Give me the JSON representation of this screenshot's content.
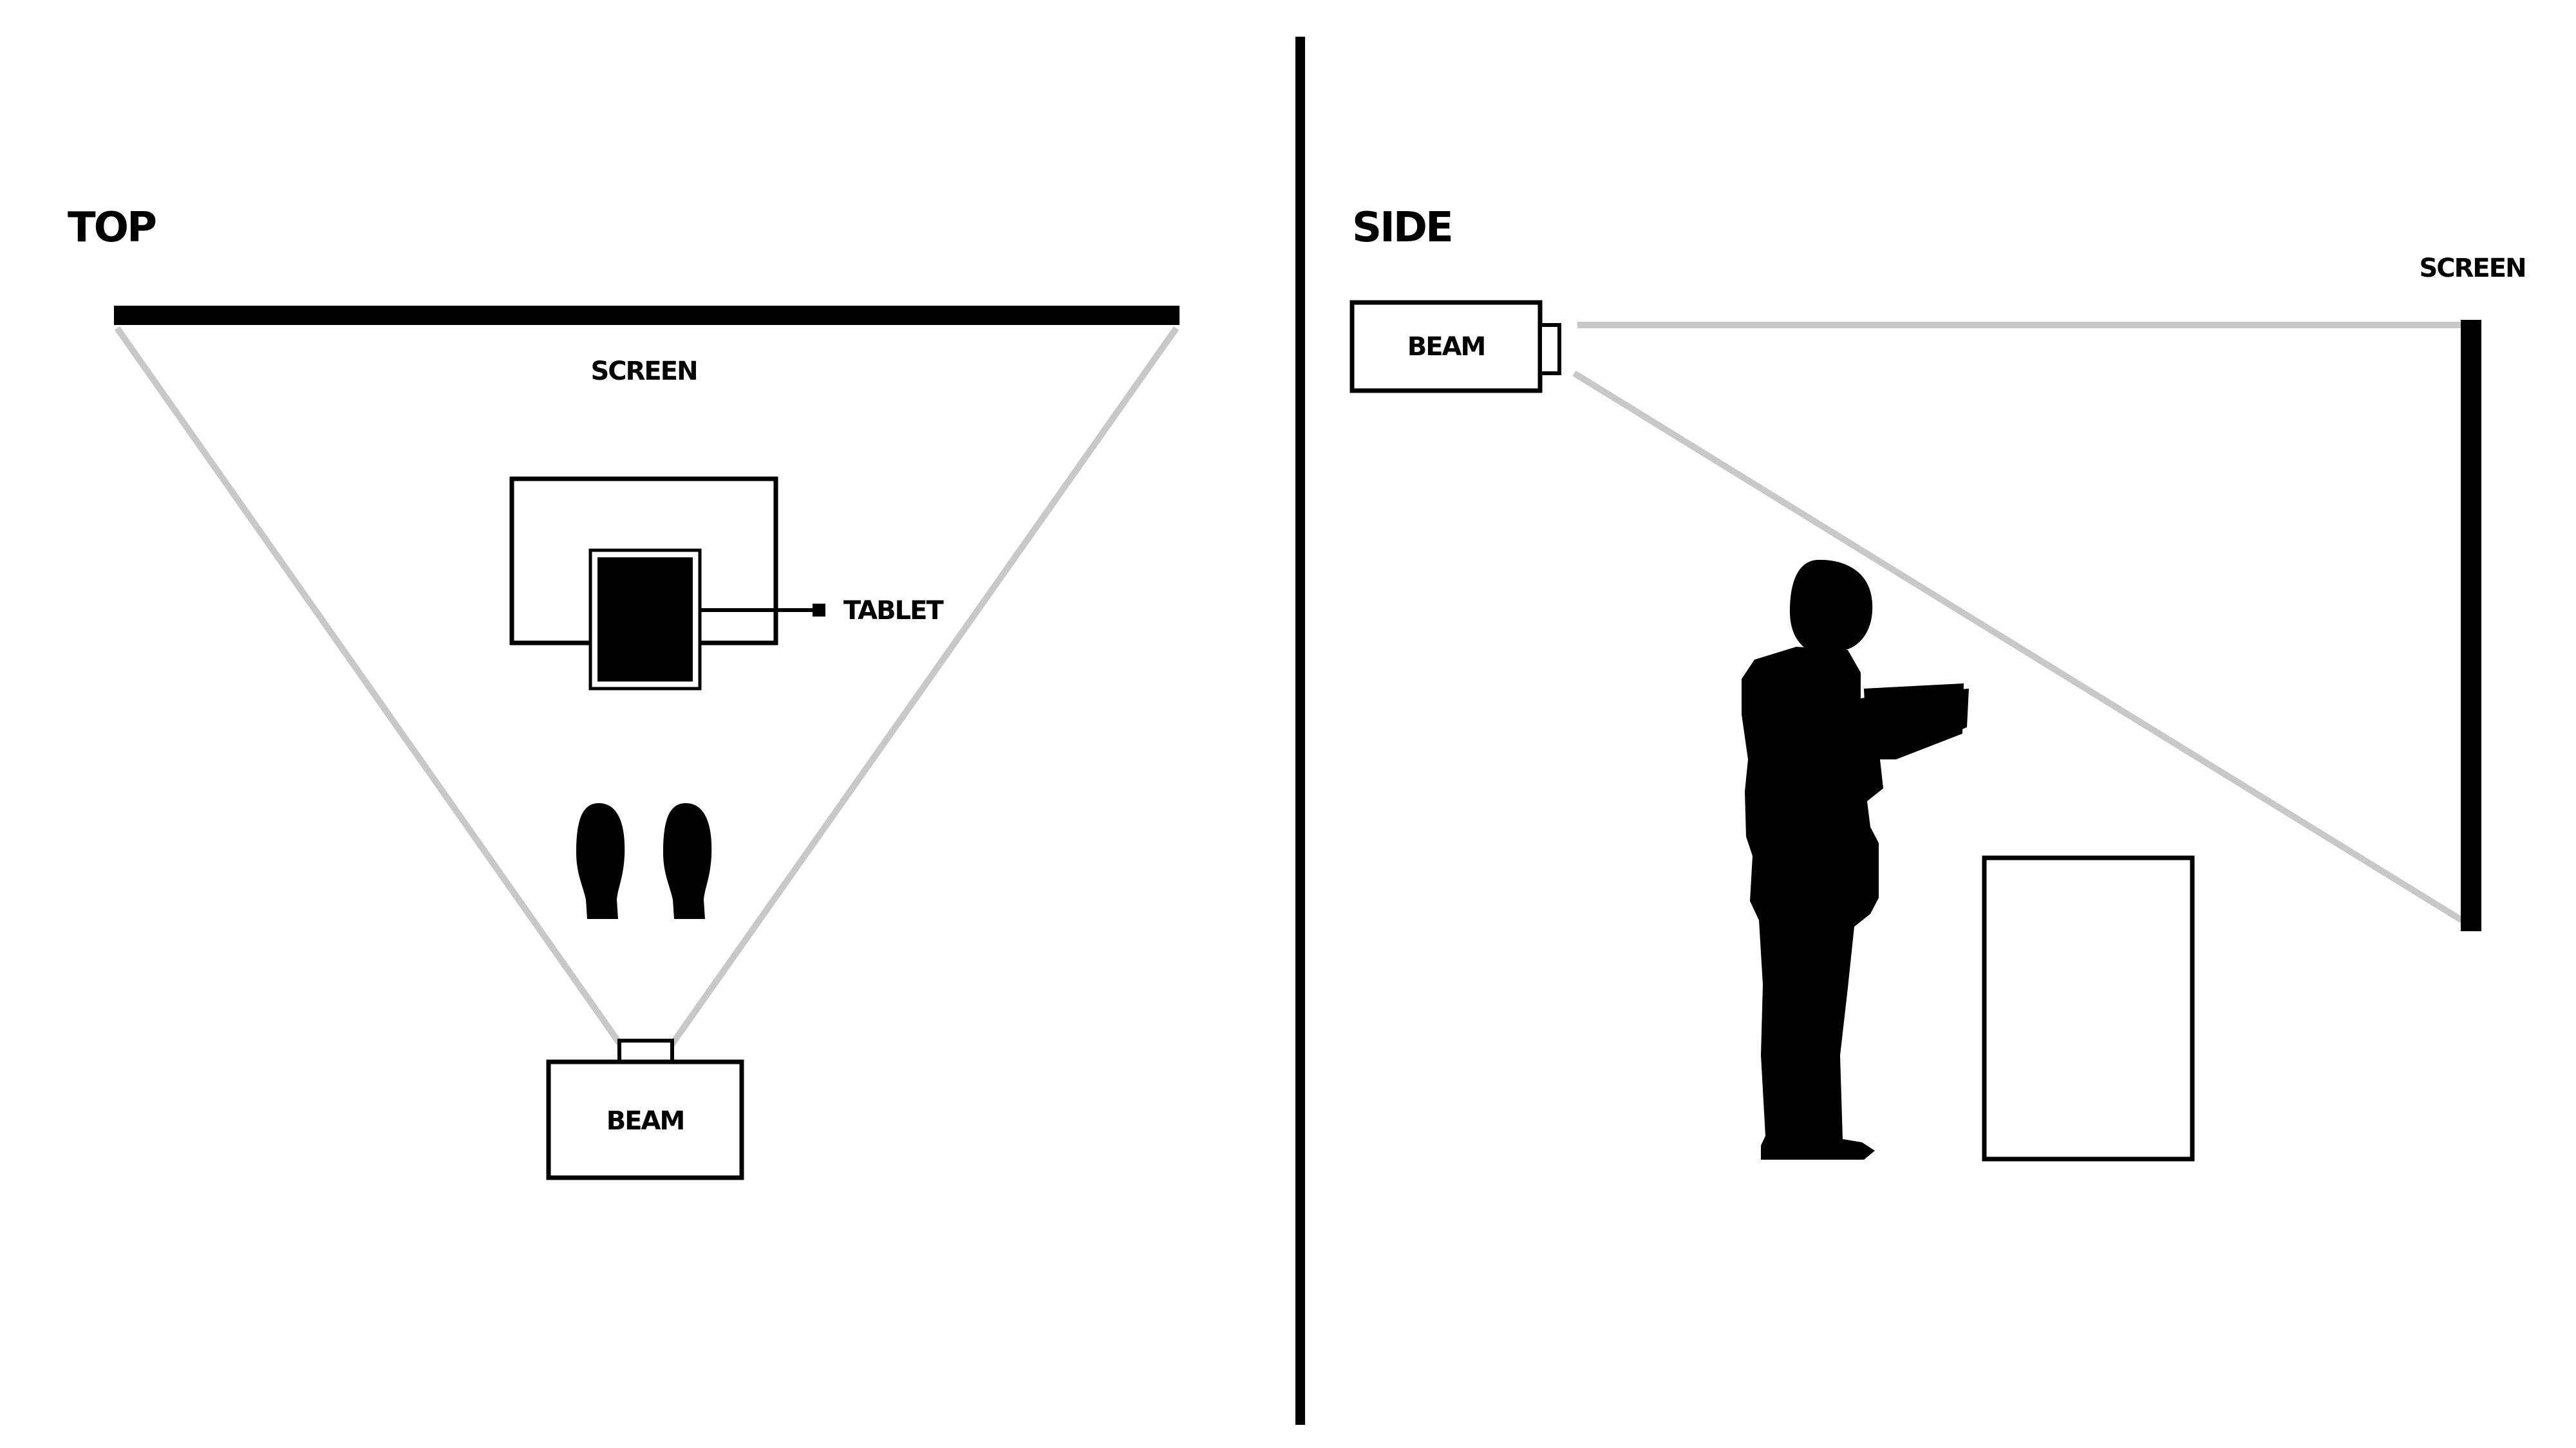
{
  "top_view": {
    "title": "TOP",
    "screen_label": "SCREEN",
    "tablet_label": "TABLET",
    "beam_label": "BEAM"
  },
  "side_view": {
    "title": "SIDE",
    "screen_label": "SCREEN",
    "beam_label": "BEAM"
  },
  "colors": {
    "ink": "#000000",
    "projection_ray": "#c8c8c8",
    "background": "#ffffff"
  }
}
